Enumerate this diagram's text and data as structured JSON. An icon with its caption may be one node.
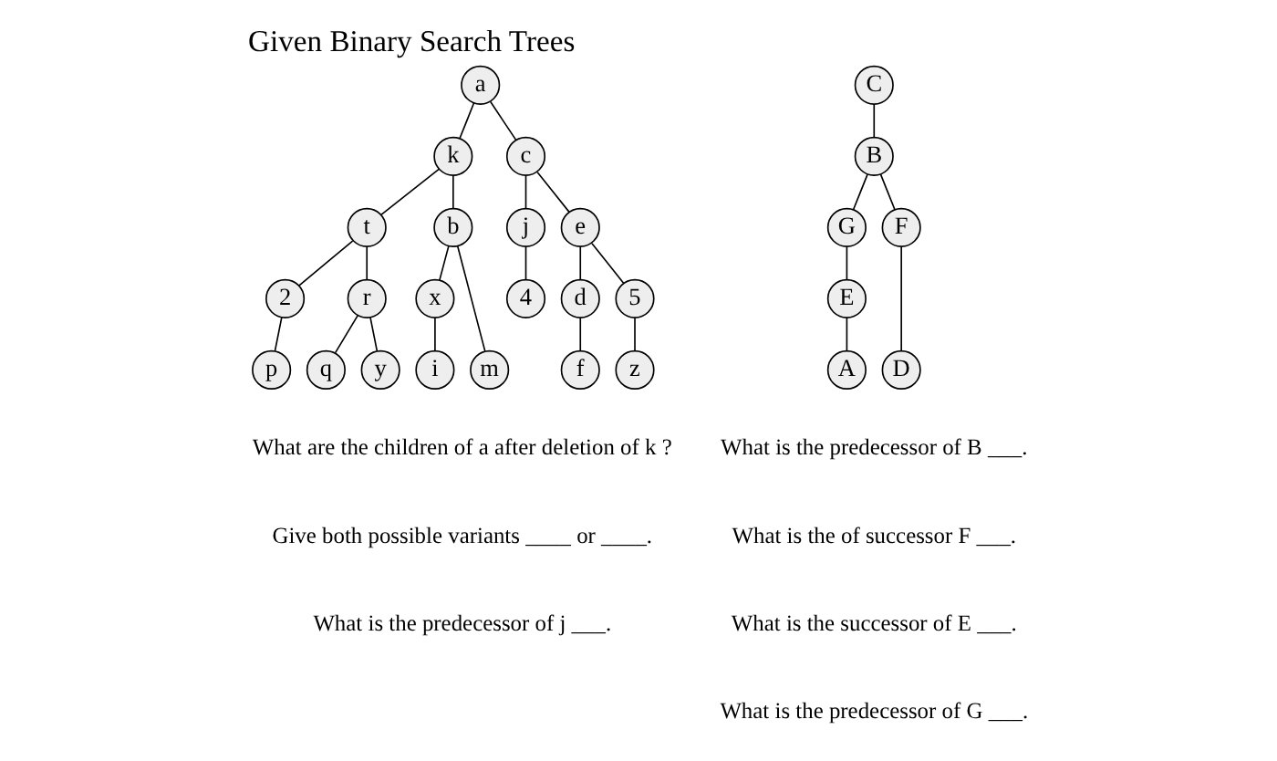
{
  "diagram": {
    "title": "Given Binary Search Trees",
    "nodes": [
      {
        "text": [
          "a"
        ]
      },
      {
        "text": [
          "k"
        ]
      },
      {
        "text": [
          "c"
        ]
      },
      {
        "text": [
          "t"
        ]
      },
      {
        "text": [
          "b"
        ]
      },
      {
        "text": [
          "j"
        ]
      },
      {
        "text": [
          "e"
        ]
      },
      {
        "text": [
          "2"
        ]
      },
      {
        "text": [
          "r"
        ]
      },
      {
        "text": [
          "x"
        ]
      },
      {
        "text": [
          "m"
        ]
      },
      {
        "text": [
          "4"
        ]
      },
      {
        "text": [
          "d"
        ]
      },
      {
        "text": [
          "5"
        ]
      },
      {
        "text": [
          "p"
        ]
      },
      {
        "text": [
          "q"
        ]
      },
      {
        "text": [
          "y"
        ]
      },
      {
        "text": [
          "i"
        ]
      },
      {
        "text": [
          "f"
        ]
      },
      {
        "text": [
          "z"
        ]
      },
      {
        "text": [
          "C"
        ]
      },
      {
        "text": [
          "B"
        ]
      },
      {
        "text": [
          "G"
        ]
      },
      {
        "text": [
          "F"
        ]
      },
      {
        "text": [
          "E"
        ]
      },
      {
        "text": [
          "D"
        ]
      },
      {
        "text": [
          "A"
        ]
      }
    ],
    "edges": [
      {
        "from": 0,
        "to": 1,
        "arrow": "none"
      },
      {
        "from": 0,
        "to": 2,
        "arrow": "none"
      },
      {
        "from": 1,
        "to": 3,
        "arrow": "none"
      },
      {
        "from": 1,
        "to": 4,
        "arrow": "none"
      },
      {
        "from": 2,
        "to": 5,
        "arrow": "none"
      },
      {
        "from": 2,
        "to": 6,
        "arrow": "none"
      },
      {
        "from": 3,
        "to": 7,
        "arrow": "none"
      },
      {
        "from": 3,
        "to": 8,
        "arrow": "none"
      },
      {
        "from": 4,
        "to": 9,
        "arrow": "none"
      },
      {
        "from": 4,
        "to": 10,
        "arrow": "none"
      },
      {
        "from": 5,
        "to": 11,
        "arrow": "none"
      },
      {
        "from": 6,
        "to": 12,
        "arrow": "none"
      },
      {
        "from": 6,
        "to": 13,
        "arrow": "none"
      },
      {
        "from": 7,
        "to": 14,
        "arrow": "none"
      },
      {
        "from": 8,
        "to": 15,
        "arrow": "none"
      },
      {
        "from": 8,
        "to": 16,
        "arrow": "none"
      },
      {
        "from": 9,
        "to": 17,
        "arrow": "none"
      },
      {
        "from": 12,
        "to": 18,
        "arrow": "none"
      },
      {
        "from": 13,
        "to": 19,
        "arrow": "none"
      },
      {
        "from": 20,
        "to": 21,
        "arrow": "none"
      },
      {
        "from": 21,
        "to": 22,
        "arrow": "none"
      },
      {
        "from": 21,
        "to": 23,
        "arrow": "none"
      },
      {
        "from": 22,
        "to": 24,
        "arrow": "none"
      },
      {
        "from": 23,
        "to": 25,
        "arrow": "none"
      },
      {
        "from": 24,
        "to": 26,
        "arrow": "none"
      }
    ],
    "labels": [
      "What are the children of a after deletion of k ?",
      "Give both possible variants ____ or ____.",
      "What is the predecessor of j ___.",
      "What is the predecessor of B ___.",
      "What is the of successor F ___.",
      "What is the successor of E ___.",
      "What is the predecessor of G ___."
    ]
  }
}
